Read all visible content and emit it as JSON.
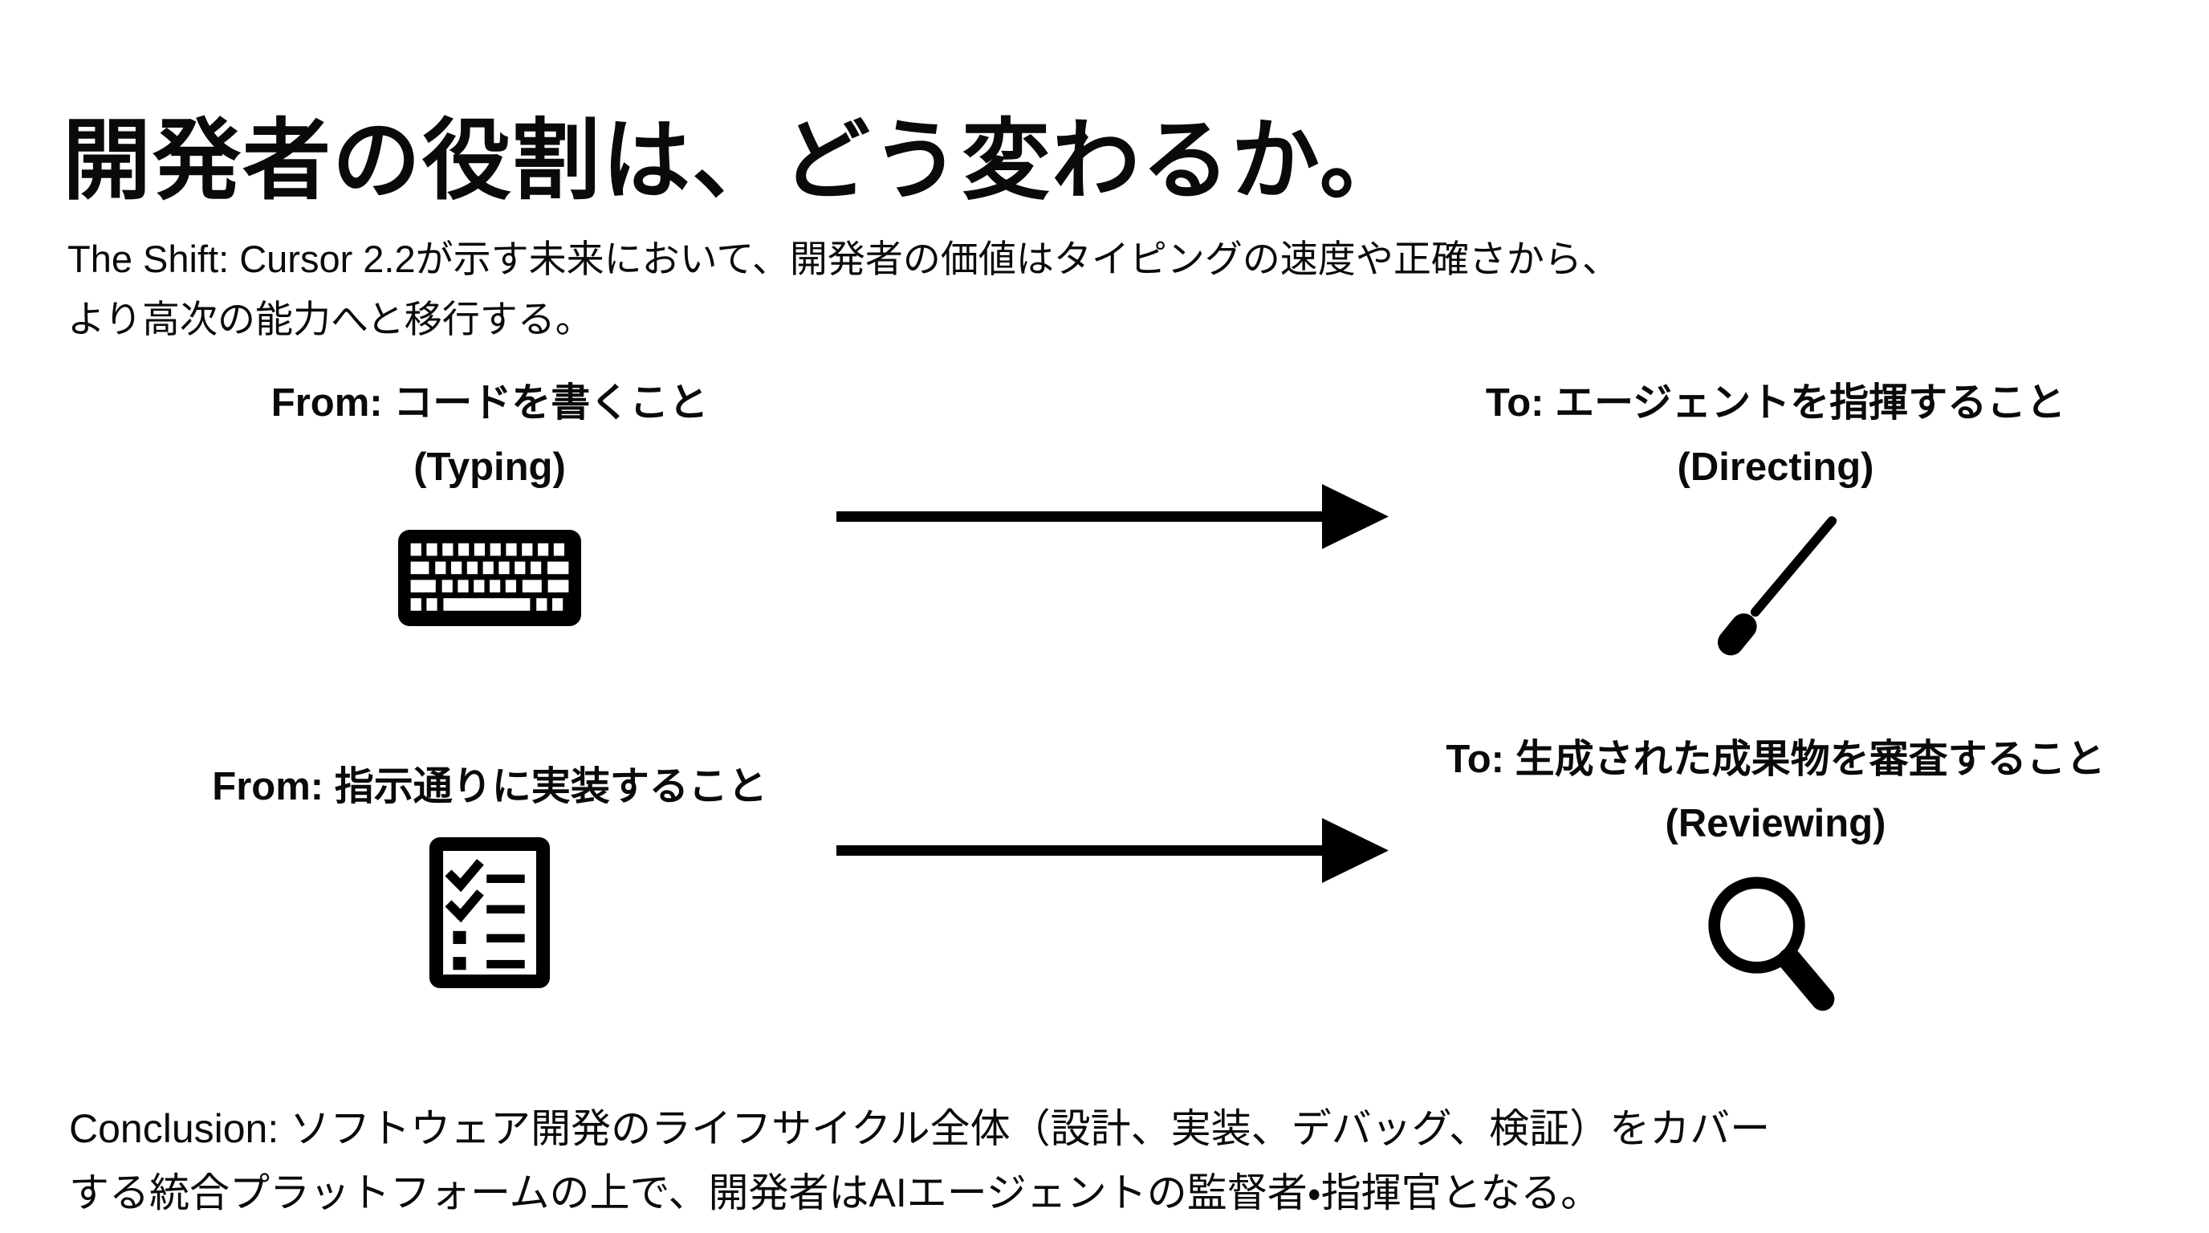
{
  "slide": {
    "title": "開発者の役割は、どう変わるか。",
    "subtitle_line1": "The Shift: Cursor 2.2が示す未来において、開発者の価値はタイピングの速度や正確さから、",
    "subtitle_line2": "より高次の能力へと移行する。",
    "rows": [
      {
        "from": {
          "label": "From: コードを書くこと",
          "sub": "(Typing)",
          "icon": "keyboard-icon"
        },
        "to": {
          "label": "To: エージェントを指揮すること",
          "sub": "(Directing)",
          "icon": "baton-icon"
        }
      },
      {
        "from": {
          "label": "From: 指示通りに実装すること",
          "icon": "checklist-icon"
        },
        "to": {
          "label": "To: 生成された成果物を審査すること",
          "sub": "(Reviewing)",
          "icon": "magnifier-icon"
        }
      }
    ],
    "conclusion_line1": "Conclusion: ソフトウェア開発のライフサイクル全体（設計、実装、デバッグ、検証）をカバー",
    "conclusion_line2": "する統合プラットフォームの上で、開発者はAIエージェントの監督者・指揮官となる。",
    "colors": {
      "text": "#0a0a0a",
      "icon": "#000000",
      "background": "#ffffff"
    }
  }
}
